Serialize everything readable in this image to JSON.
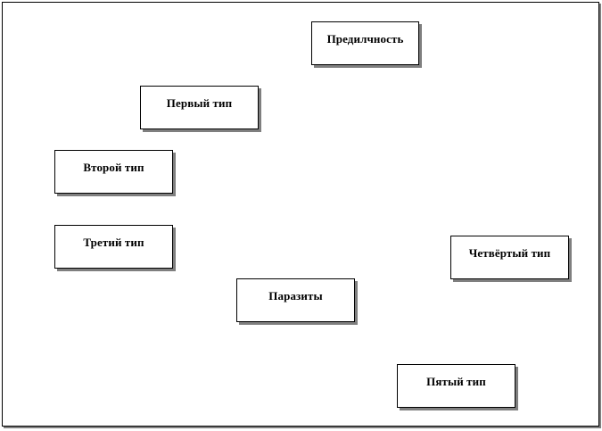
{
  "diagram": {
    "nodes": {
      "predilection": {
        "label": "Предилчность"
      },
      "type1": {
        "label": "Первый тип"
      },
      "type2": {
        "label": "Второй тип"
      },
      "type3": {
        "label": "Третий тип"
      },
      "type4": {
        "label": "Четвёртый тип"
      },
      "parasites": {
        "label": "Паразиты"
      },
      "type5": {
        "label": "Пятый тип"
      }
    }
  }
}
